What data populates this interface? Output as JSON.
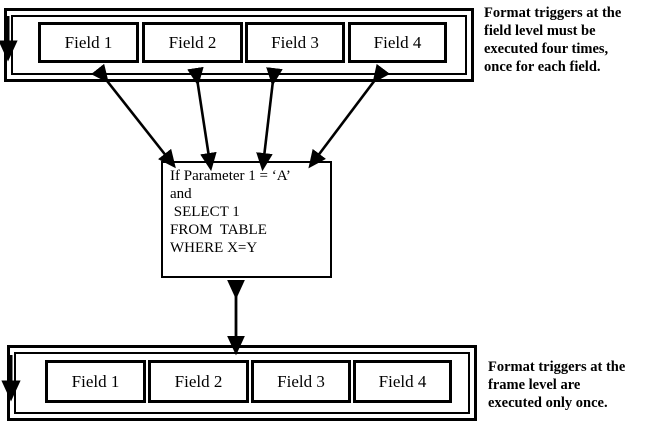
{
  "diagram": {
    "type": "flow-diagram",
    "top_frame": {
      "name": "top-field-frame",
      "fields": [
        {
          "label": "Field 1"
        },
        {
          "label": "Field 2"
        },
        {
          "label": "Field 3"
        },
        {
          "label": "Field 4"
        }
      ]
    },
    "bottom_frame": {
      "name": "bottom-field-frame",
      "fields": [
        {
          "label": "Field 1"
        },
        {
          "label": "Field 2"
        },
        {
          "label": "Field 3"
        },
        {
          "label": "Field 4"
        }
      ]
    },
    "condition_box": {
      "text": "If Parameter 1 = ‘A’\nand\n SELECT 1\nFROM  TABLE\nWHERE X=Y"
    },
    "annotations": {
      "top": "Format triggers at the\nfield level must be\nexecuted four times,\nonce for each field.",
      "bottom": "Format triggers at the\nframe level are\nexecuted only once."
    },
    "colors": {
      "stroke": "#000000",
      "background": "#ffffff"
    }
  }
}
